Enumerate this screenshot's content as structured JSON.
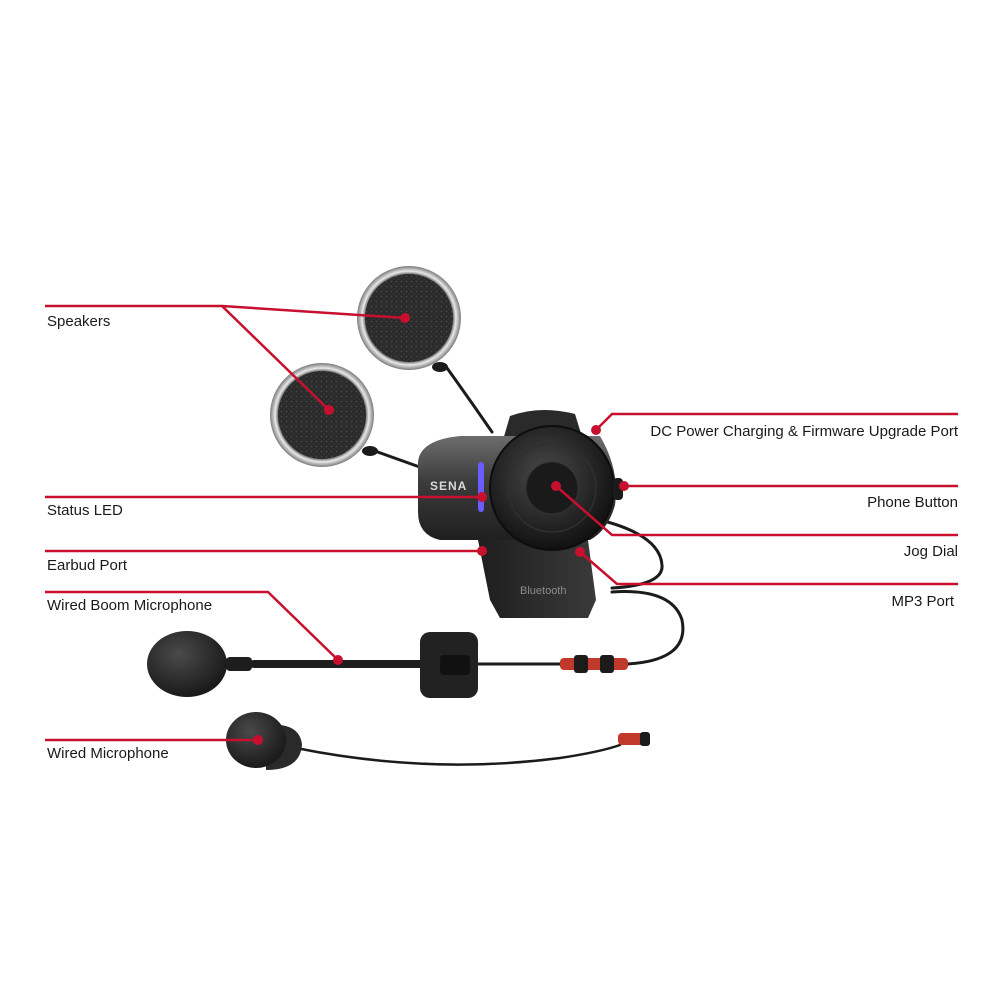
{
  "labels": {
    "speakers": "Speakers",
    "status_led": "Status LED",
    "earbud_port": "Earbud Port",
    "wired_boom_microphone": "Wired Boom Microphone",
    "wired_microphone": "Wired Microphone",
    "dc_power_port": "DC Power Charging & Firmware Upgrade Port",
    "phone_button": "Phone Button",
    "jog_dial": "Jog Dial",
    "mp3_port": "MP3 Port"
  },
  "device": {
    "brand": "SENA",
    "clamp_text": "Bluetooth"
  },
  "colors": {
    "leader": "#c8102e",
    "led": "#6a5cff",
    "connector": "#c0392b"
  }
}
